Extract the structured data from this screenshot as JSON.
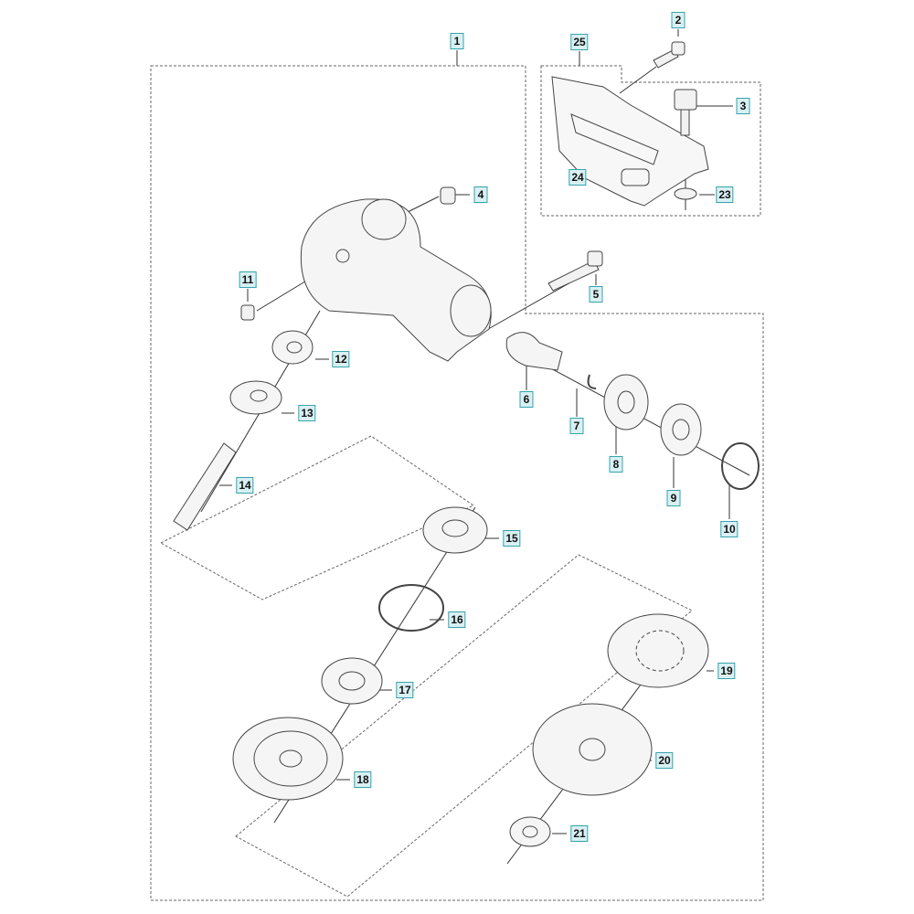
{
  "diagram": {
    "type": "exploded parts diagram",
    "callouts": [
      "1",
      "2",
      "25",
      "3",
      "24",
      "23",
      "4",
      "11",
      "5",
      "12",
      "13",
      "6",
      "7",
      "8",
      "9",
      "10",
      "14",
      "15",
      "16",
      "17",
      "18",
      "19",
      "20",
      "21"
    ]
  },
  "colors": {
    "label_bg": "#d9f0f3",
    "label_border": "#35a3ad",
    "line": "#333333"
  }
}
